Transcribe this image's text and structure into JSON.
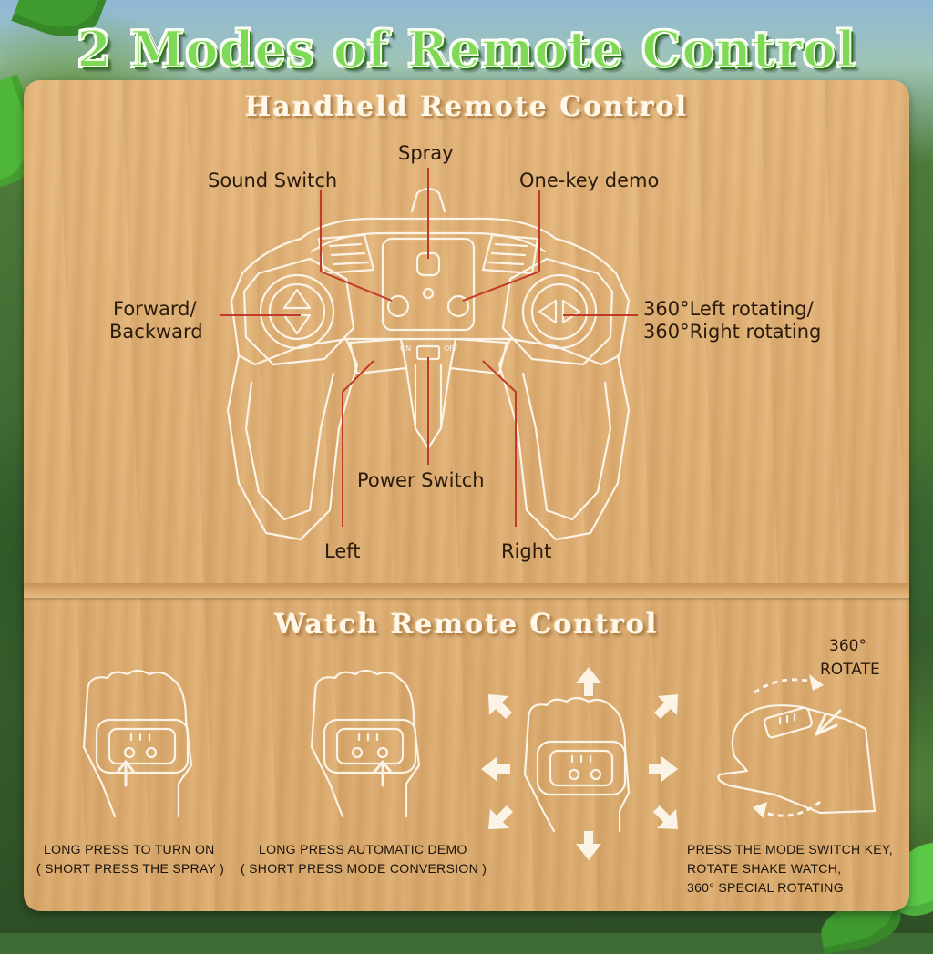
{
  "main_title": "2 Modes of Remote Control",
  "handheld": {
    "title": "Handheld Remote Control",
    "labels": {
      "spray": "Spray",
      "sound_switch": "Sound Switch",
      "one_key_demo": "One-key demo",
      "forward_1": "Forward/",
      "forward_2": "Backward",
      "rotate_1": "360°Left rotating/",
      "rotate_2": "360°Right rotating",
      "power_switch": "Power Switch",
      "left": "Left",
      "right": "Right",
      "on": "ON",
      "off": "OFF"
    }
  },
  "watch": {
    "title": "Watch Remote Control",
    "rotate_1": "360°",
    "rotate_2": "ROTATE",
    "captions": {
      "c1_line1": "LONG PRESS TO TURN ON",
      "c1_line2": "( SHORT PRESS THE SPRAY )",
      "c2_line1": "LONG PRESS AUTOMATIC DEMO",
      "c2_line2": "( SHORT PRESS MODE CONVERSION )",
      "c3_line1": "PRESS THE MODE SWITCH KEY,",
      "c3_line2": "ROTATE SHAKE WATCH,",
      "c3_line3": "360° SPECIAL ROTATING"
    }
  },
  "colors": {
    "title_green": "#7ed957",
    "leader_red": "#c0392b",
    "outline_white": "#fbf3e6"
  }
}
